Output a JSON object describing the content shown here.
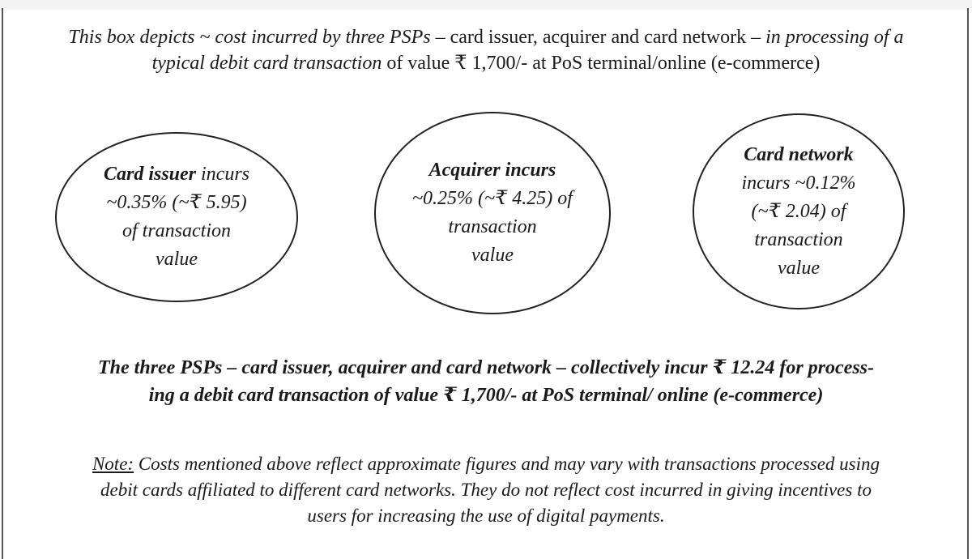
{
  "intro": {
    "line1_a": "This box depicts ~ cost incurred by three PSPs",
    "line1_b": " – card issuer, acquirer and card network – ",
    "line1_c": "in processing of a",
    "line2_a": "typical debit card transaction",
    "line2_b": " of value ₹ 1,700/- at PoS terminal/online (e-commerce)"
  },
  "circles": [
    {
      "title": "Card issuer",
      "lines": [
        " incurs",
        "~0.35% (~₹ 5.95)",
        "of transaction",
        "value"
      ]
    },
    {
      "title": "Acquirer incurs",
      "lines": [
        "~0.25% (~₹ 4.25) of",
        "transaction",
        "value"
      ]
    },
    {
      "title": "Card network",
      "lines": [
        "incurs ~0.12%",
        "(~₹ 2.04) of",
        "transaction",
        "value"
      ]
    }
  ],
  "summary": {
    "line1": "The three PSPs – card issuer, acquirer and card network – collectively incur ₹ 12.24 for process-",
    "line2": "ing a debit card transaction of value ₹ 1,700/- at PoS terminal/ online (e-commerce)"
  },
  "note": {
    "label": "Note:",
    "line1": " Costs mentioned above reflect approximate figures and may vary with transactions processed using",
    "line2": "debit cards affiliated to different card networks. They do not reflect cost incurred in giving incentives to",
    "line3": "users for increasing the use of digital payments."
  }
}
